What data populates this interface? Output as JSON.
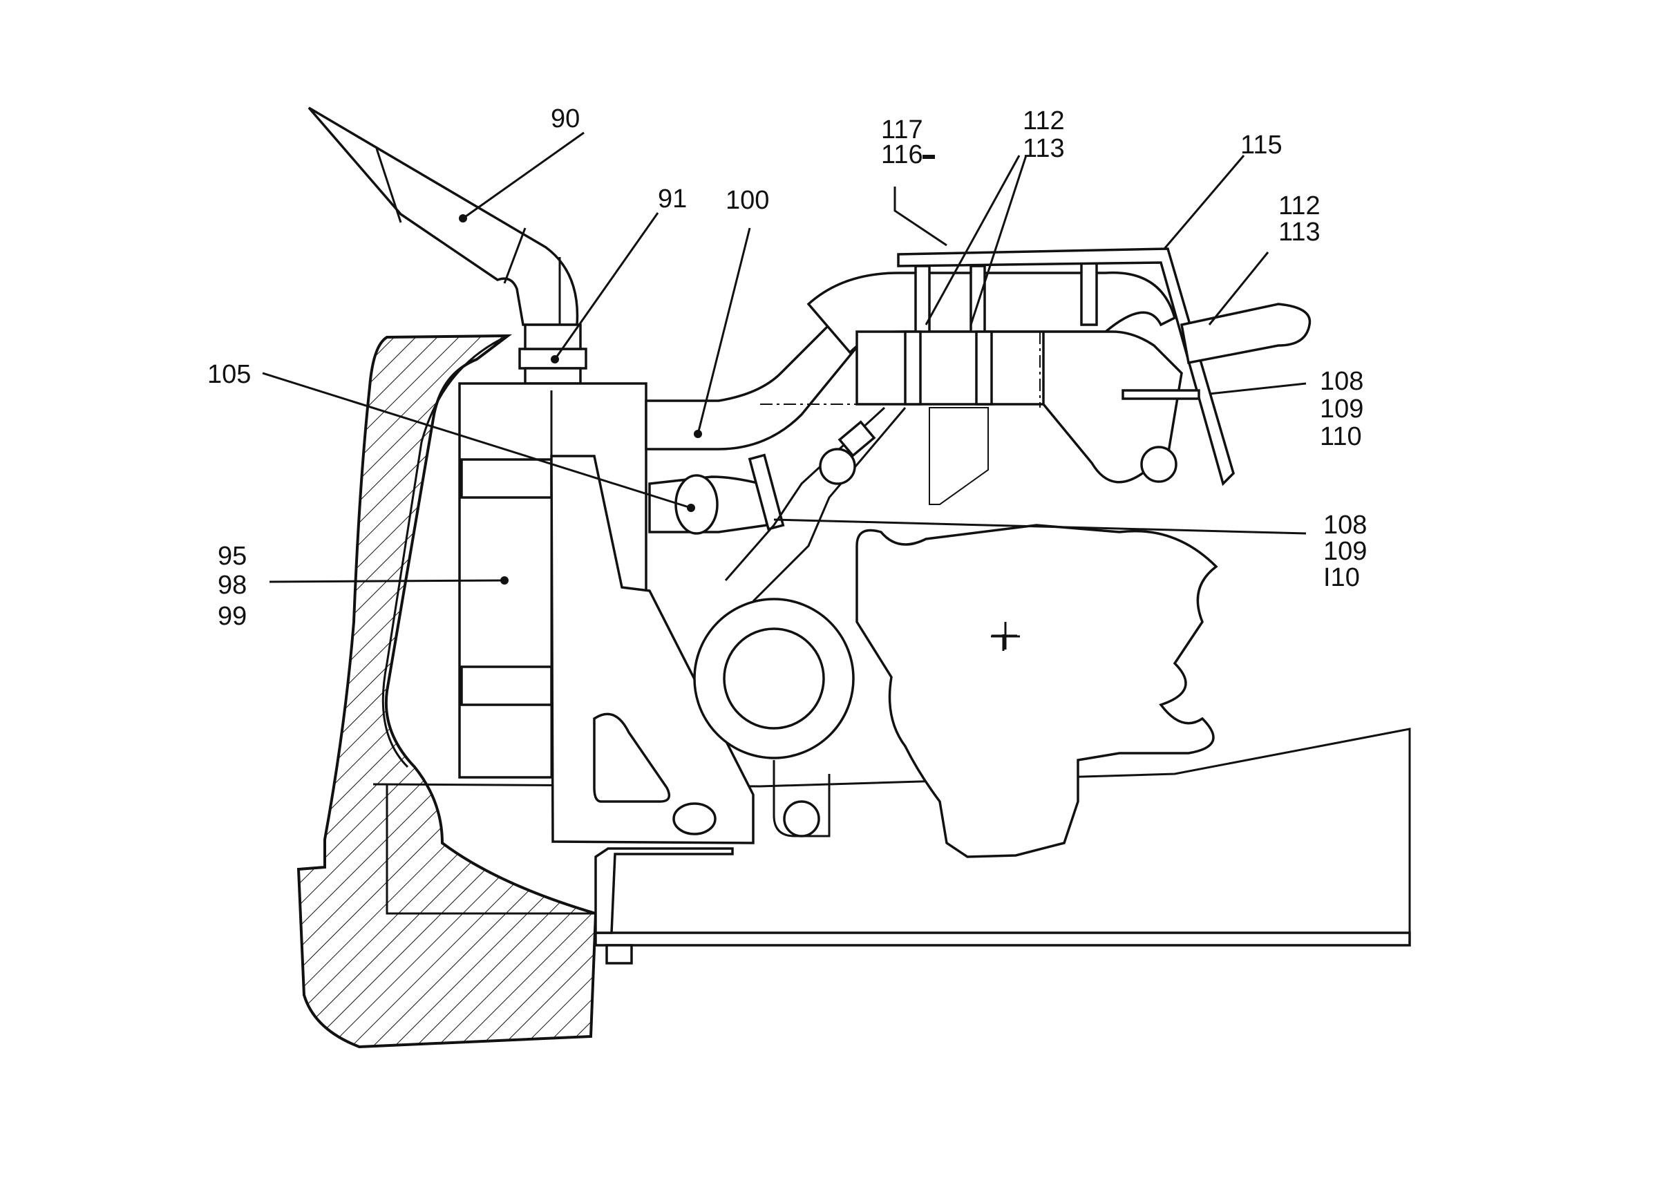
{
  "callouts": {
    "c90": "90",
    "c91": "91",
    "c100": "100",
    "c105": "105",
    "c117": "117",
    "c116": "116",
    "c112a": "112",
    "c113a": "113",
    "c115": "115",
    "c112b": "112",
    "c113b": "113",
    "c108a": "108",
    "c109a": "109",
    "c110a": "110",
    "c108b": "108",
    "c109b": "109",
    "c110b": "I10",
    "c95": "95",
    "c98": "98",
    "c99": "99"
  }
}
